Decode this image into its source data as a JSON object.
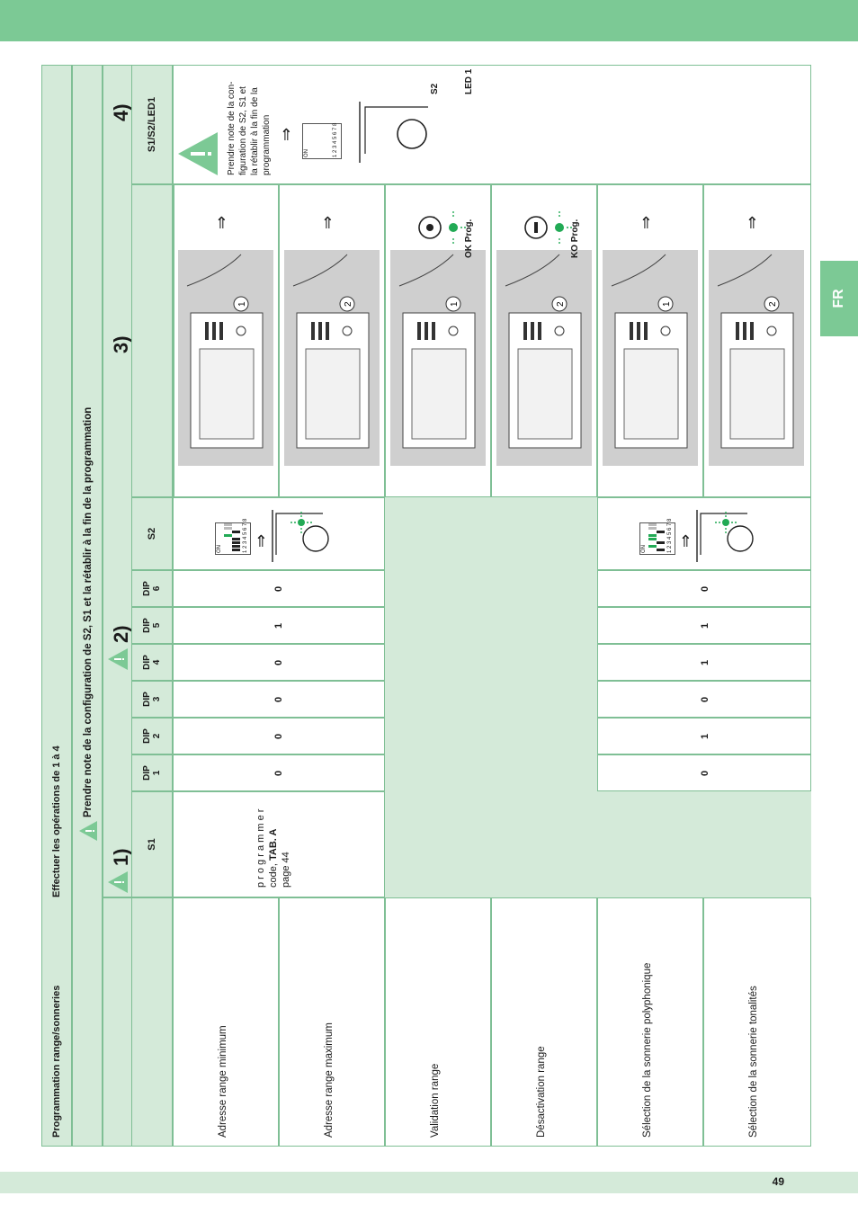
{
  "page": {
    "number": "49",
    "lang_tab": "FR"
  },
  "header": {
    "title": "Programmation range/sonneries",
    "subtitle": "Effectuer les opérations de 1 à 4",
    "warning_note": "Prendre note de la configuration de S2, S1 et la rétablir à la fin de la programmation"
  },
  "steps": {
    "s1": "1)",
    "s2": "2)",
    "s3": "3)",
    "s4": "4)"
  },
  "columns": {
    "s1": "S1",
    "dip": [
      {
        "l1": "DIP",
        "l2": "1"
      },
      {
        "l1": "DIP",
        "l2": "2"
      },
      {
        "l1": "DIP",
        "l2": "3"
      },
      {
        "l1": "DIP",
        "l2": "4"
      },
      {
        "l1": "DIP",
        "l2": "5"
      },
      {
        "l1": "DIP",
        "l2": "6"
      }
    ],
    "s2": "S2",
    "s4": "S1/S2/LED1"
  },
  "s1_note": {
    "l1": "p r o g r a m m e r",
    "l2": "code,",
    "l2b": "TAB.  A",
    "l3": "page 44"
  },
  "rows": [
    {
      "label": "Adresse range minimum",
      "dips": [
        "0",
        "0",
        "0",
        "0",
        "1",
        "0"
      ]
    },
    {
      "label": "Adresse range maximum"
    },
    {
      "label": "Validation range"
    },
    {
      "label": "Désactivation range"
    },
    {
      "label": "Sélection de la sonnerie polyphonique",
      "dips": [
        "0",
        "1",
        "0",
        "1",
        "1",
        "0"
      ]
    },
    {
      "label": "Sélection de la sonnerie tonalités"
    }
  ],
  "switch": {
    "on": "ON",
    "numbers": "1 2 3 4 5 6 7 8"
  },
  "step3_labels": {
    "ok": "OK Prog.",
    "ko": "KO Prog.",
    "n1": "1",
    "n2": "2"
  },
  "step4": {
    "note_l1": "Prendre note de la con-",
    "note_l2": "figuration de S2, S1 et",
    "note_l3": "la rétablir à la fin de la",
    "note_l4": "programmation",
    "s2_label": "S2",
    "led_label": "LED 1"
  },
  "colors": {
    "accent_green": "#7cc995",
    "light_green": "#d4ead9",
    "border_green": "#7fbf95",
    "led_green": "#22aa55"
  }
}
